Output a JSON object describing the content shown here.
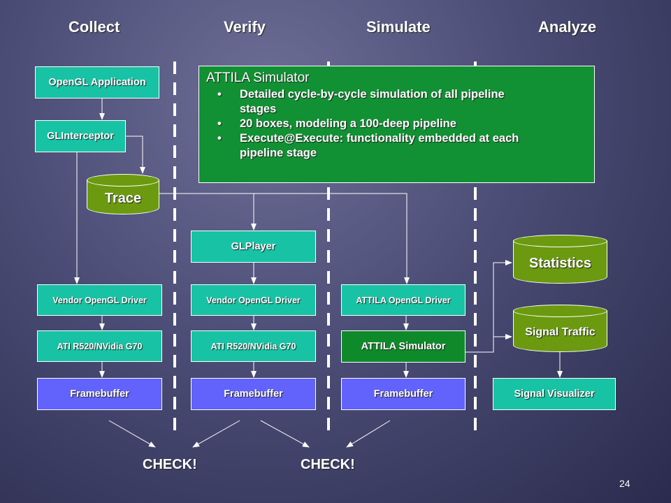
{
  "phases": {
    "collect": "Collect",
    "verify": "Verify",
    "simulate": "Simulate",
    "analyze": "Analyze"
  },
  "collect": {
    "opengl_app": "OpenGL Application",
    "glinterceptor": "GLInterceptor",
    "trace": "Trace",
    "vendor_driver": "Vendor OpenGL Driver",
    "gpu": "ATI R520/NVidia G70",
    "framebuffer": "Framebuffer"
  },
  "verify": {
    "glplayer": "GLPlayer",
    "vendor_driver": "Vendor OpenGL Driver",
    "gpu": "ATI R520/NVidia G70",
    "framebuffer": "Framebuffer"
  },
  "simulate": {
    "attila_driver": "ATTILA OpenGL Driver",
    "attila_sim": "ATTILA Simulator",
    "framebuffer": "Framebuffer"
  },
  "analyze": {
    "statistics": "Statistics",
    "signal_traffic": "Signal Traffic",
    "signal_visualizer": "Signal Visualizer"
  },
  "info_box": {
    "title": "ATTILA Simulator",
    "bullets": [
      "Detailed cycle-by-cycle simulation of all pipeline stages",
      "20 boxes, modeling a 100-deep pipeline",
      "Execute@Execute: functionality embedded at each pipeline stage"
    ],
    "bullet_lines": [
      [
        "Detailed cycle-by-cycle simulation of all pipeline",
        "stages"
      ],
      [
        "20 boxes, modeling a 100-deep pipeline"
      ],
      [
        "Execute@Execute: functionality embedded at each",
        "pipeline stage"
      ]
    ]
  },
  "checks": {
    "left": "CHECK!",
    "right": "CHECK!"
  },
  "page_number": "24",
  "colors": {
    "teal": "#17c3a4",
    "green": "#0f8a2a",
    "blue": "#6262fc",
    "cylinder": "#6b9a10",
    "background": "#4b4d76"
  }
}
